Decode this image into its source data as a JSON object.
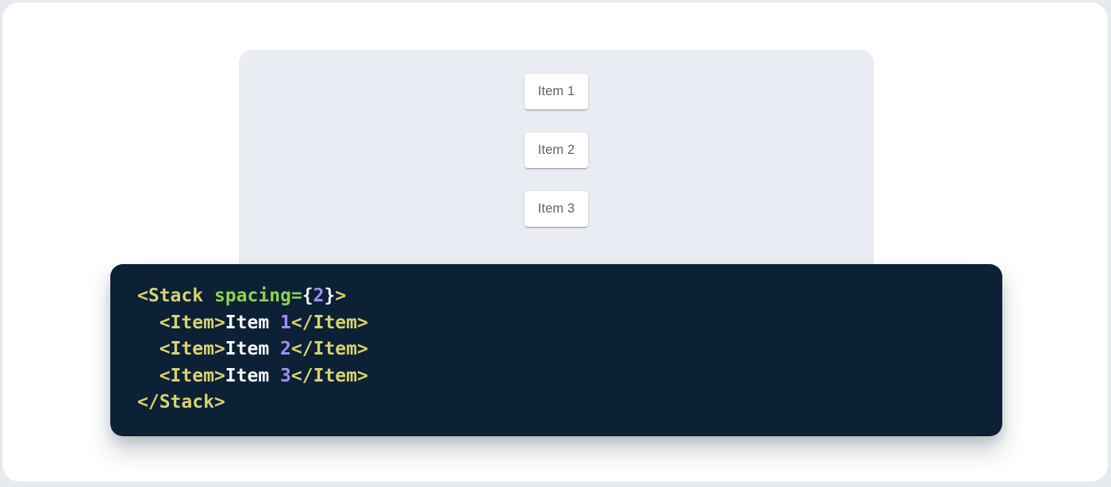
{
  "demo": {
    "items": [
      {
        "label": "Item 1"
      },
      {
        "label": "Item 2"
      },
      {
        "label": "Item 3"
      }
    ]
  },
  "code": {
    "language": "jsx",
    "lines": [
      {
        "tokens": [
          {
            "text": "<Stack",
            "type": "tag"
          },
          {
            "text": " ",
            "type": "plain"
          },
          {
            "text": "spacing",
            "type": "attr"
          },
          {
            "text": "=",
            "type": "attr"
          },
          {
            "text": "{",
            "type": "punct"
          },
          {
            "text": "2",
            "type": "number"
          },
          {
            "text": "}",
            "type": "punct"
          },
          {
            "text": ">",
            "type": "tag"
          }
        ]
      },
      {
        "tokens": [
          {
            "text": "  ",
            "type": "plain"
          },
          {
            "text": "<Item>",
            "type": "tag"
          },
          {
            "text": "Item ",
            "type": "plain"
          },
          {
            "text": "1",
            "type": "number"
          },
          {
            "text": "</Item>",
            "type": "tag"
          }
        ]
      },
      {
        "tokens": [
          {
            "text": "  ",
            "type": "plain"
          },
          {
            "text": "<Item>",
            "type": "tag"
          },
          {
            "text": "Item ",
            "type": "plain"
          },
          {
            "text": "2",
            "type": "number"
          },
          {
            "text": "</Item>",
            "type": "tag"
          }
        ]
      },
      {
        "tokens": [
          {
            "text": "  ",
            "type": "plain"
          },
          {
            "text": "<Item>",
            "type": "tag"
          },
          {
            "text": "Item ",
            "type": "plain"
          },
          {
            "text": "3",
            "type": "number"
          },
          {
            "text": "</Item>",
            "type": "tag"
          }
        ]
      },
      {
        "tokens": [
          {
            "text": "</Stack>",
            "type": "tag"
          }
        ]
      }
    ]
  },
  "colors": {
    "page_background": "#e7ebef",
    "card_background": "#ffffff",
    "panel_background": "#e9ecf2",
    "code_background": "#0c2036",
    "code_tag": "#d9d26f",
    "code_attr": "#8fd14f",
    "code_number": "#a48cf5",
    "code_punct": "#f2f4f8",
    "code_plain": "#f5f7fa",
    "item_text": "#5f6368"
  }
}
